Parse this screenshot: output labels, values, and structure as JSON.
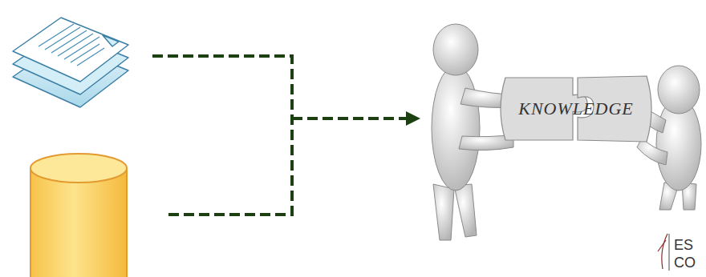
{
  "diagram": {
    "nodes": [
      {
        "text": [
          "KNOWLEDGE"
        ]
      }
    ],
    "labels": [
      "ES",
      "CO"
    ]
  }
}
